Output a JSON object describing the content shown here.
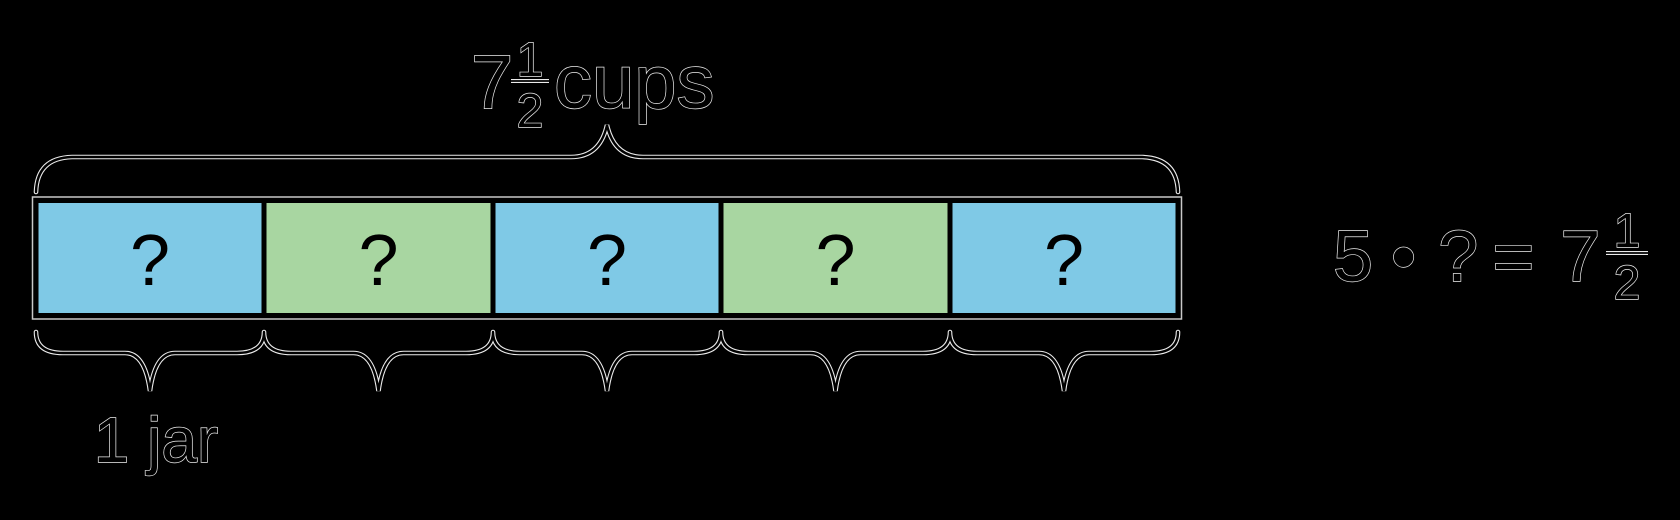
{
  "colors": {
    "background": "#000000",
    "ink": "#000000",
    "outline": "#ebebeb",
    "segment_blue": "#7FC9E6",
    "segment_green": "#A8D6A1"
  },
  "tape": {
    "total_label": {
      "whole": "7",
      "numerator": "1",
      "denominator": "2",
      "unit": "cups"
    },
    "segments": [
      {
        "label": "?",
        "fill": "#7FC9E6"
      },
      {
        "label": "?",
        "fill": "#A8D6A1"
      },
      {
        "label": "?",
        "fill": "#7FC9E6"
      },
      {
        "label": "?",
        "fill": "#A8D6A1"
      },
      {
        "label": "?",
        "fill": "#7FC9E6"
      }
    ],
    "unit_label": "1 jar"
  },
  "equation": {
    "factor": "5",
    "operator": "•",
    "unknown": "?",
    "equals": "=",
    "result_whole": "7",
    "result_numerator": "1",
    "result_denominator": "2"
  }
}
